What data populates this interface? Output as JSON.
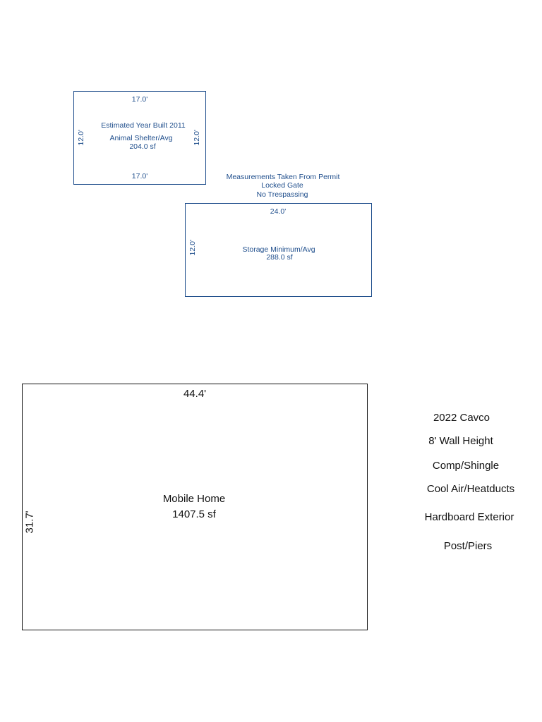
{
  "colors": {
    "outline_small": "#1f4e8c",
    "outline_large": "#111111",
    "text_small": "#1f4e8c",
    "text_large": "#111111"
  },
  "animal_shelter": {
    "top": "17.0'",
    "bottom": "17.0'",
    "left": "12.0'",
    "right": "12.0'",
    "year_note": "Estimated Year Built 2011",
    "label": "Animal Shelter/Avg",
    "area": "204.0 sf"
  },
  "notes": [
    "Measurements Taken From Permit",
    "Locked Gate",
    "No Trespassing"
  ],
  "storage": {
    "top": "24.0'",
    "left": "12.0'",
    "label": "Storage Minimum/Avg",
    "area": "288.0 sf"
  },
  "mobile_home": {
    "top": "44.4'",
    "left": "31.7'",
    "label": "Mobile Home",
    "area": "1407.5 sf"
  },
  "features": [
    "2022 Cavco",
    "8' Wall Height",
    "Comp/Shingle",
    "Cool Air/Heatducts",
    "Hardboard Exterior",
    "Post/Piers"
  ]
}
